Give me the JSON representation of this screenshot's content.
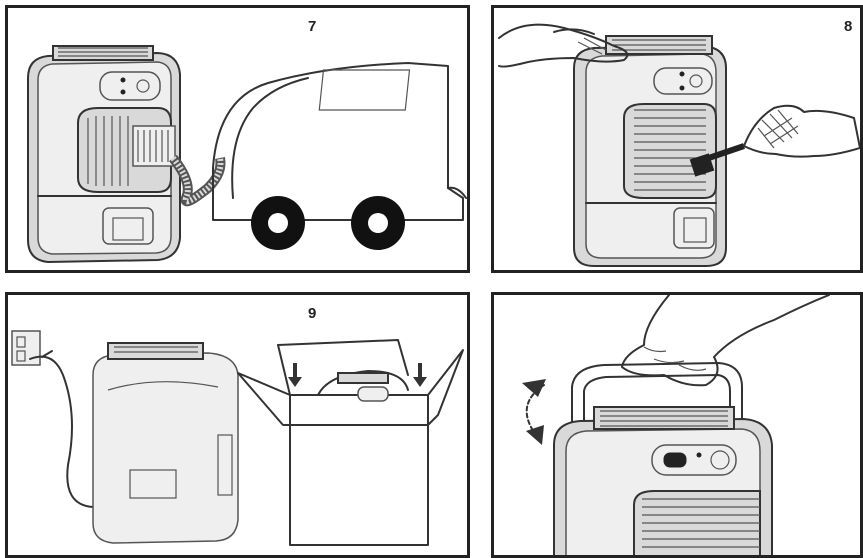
{
  "panels": [
    {
      "step": "7"
    },
    {
      "step": "8"
    },
    {
      "step": "9"
    },
    {
      "step": ""
    }
  ]
}
